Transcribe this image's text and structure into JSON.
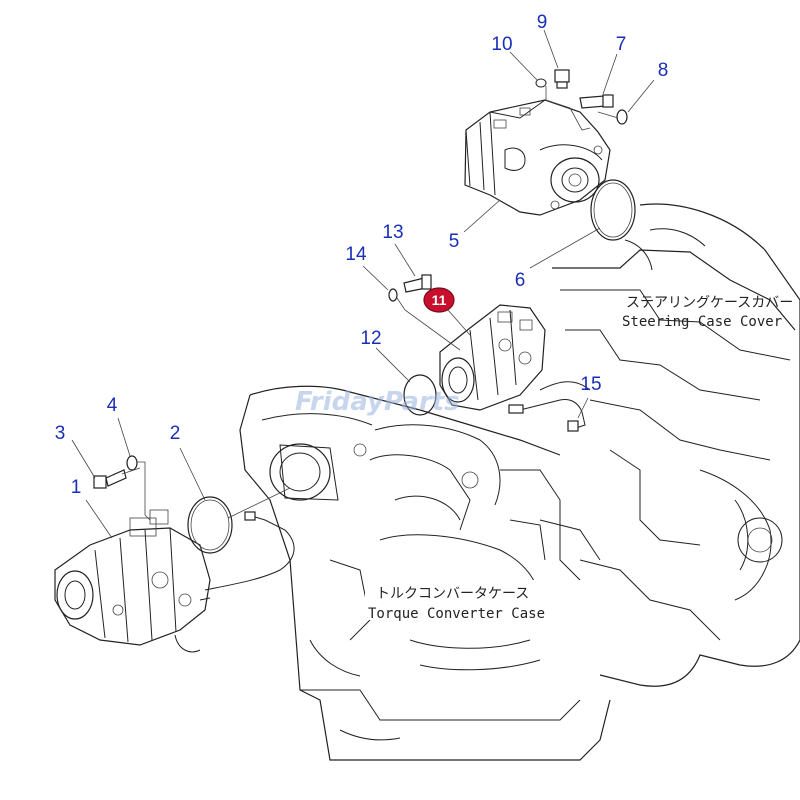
{
  "diagram": {
    "callouts": [
      {
        "id": "c1",
        "label": "1"
      },
      {
        "id": "c2",
        "label": "2"
      },
      {
        "id": "c3",
        "label": "3"
      },
      {
        "id": "c4",
        "label": "4"
      },
      {
        "id": "c5",
        "label": "5"
      },
      {
        "id": "c6",
        "label": "6"
      },
      {
        "id": "c7",
        "label": "7"
      },
      {
        "id": "c8",
        "label": "8"
      },
      {
        "id": "c9",
        "label": "9"
      },
      {
        "id": "c10",
        "label": "10"
      },
      {
        "id": "c11",
        "label": "11"
      },
      {
        "id": "c12",
        "label": "12"
      },
      {
        "id": "c13",
        "label": "13"
      },
      {
        "id": "c14",
        "label": "14"
      },
      {
        "id": "c15",
        "label": "15"
      }
    ],
    "highlighted_callout": "11",
    "notes": {
      "steering_jp": "ステアリングケースカバー",
      "steering_en": "Steering Case Cover",
      "torque_jp": "トルクコンバータケース",
      "torque_en": "Torque Converter Case"
    },
    "watermark": "FridayParts",
    "colors": {
      "callout": "#1a2fb8",
      "highlight": "#c8102e",
      "line": "#222222",
      "watermark": "#9ab6e0"
    }
  }
}
